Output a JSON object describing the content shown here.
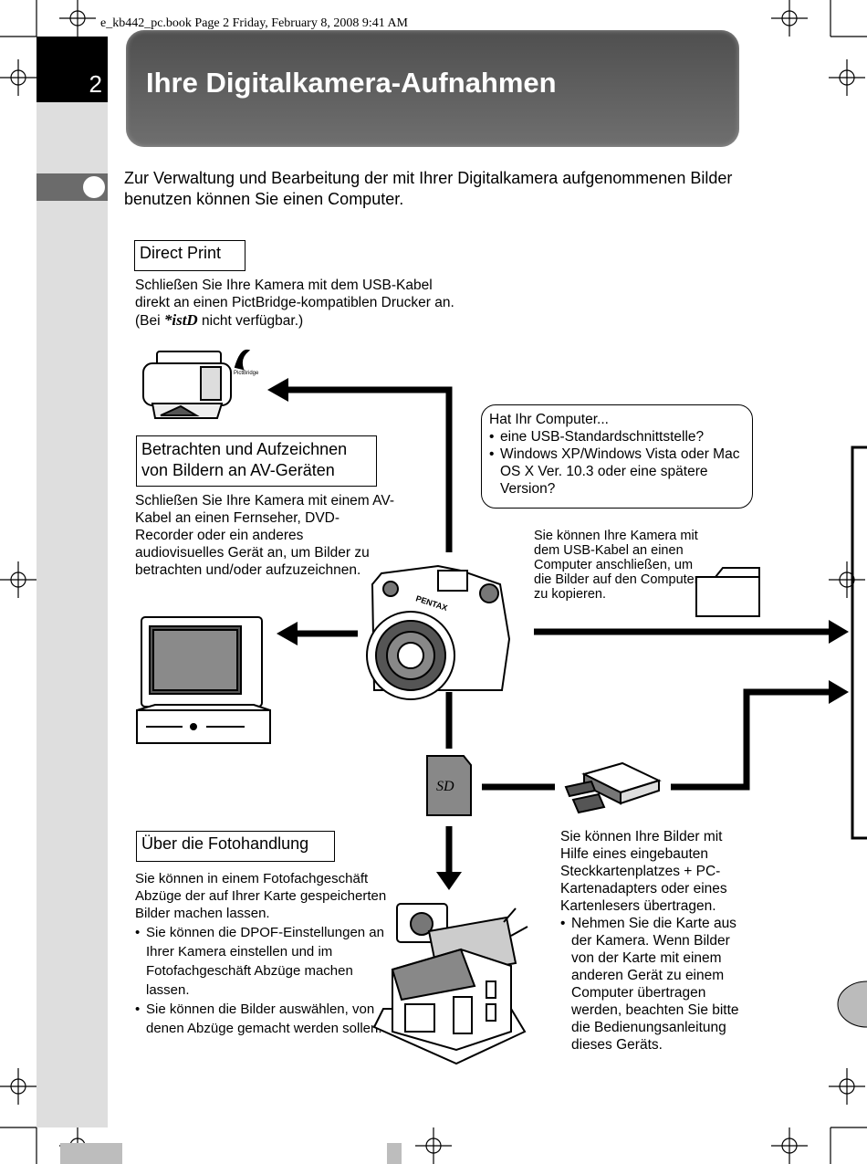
{
  "header_line": "e_kb442_pc.book  Page 2  Friday, February 8, 2008  9:41 AM",
  "page_number": "2",
  "title": "Ihre Digitalkamera-Aufnahmen",
  "intro": "Zur Verwaltung und Bearbeitung der mit Ihrer Digitalkamera aufgenommenen Bilder benutzen können Sie einen Computer.",
  "direct_print": {
    "heading": "Direct Print",
    "text_before": "Schließen Sie Ihre Kamera mit dem USB-Kabel direkt an einen PictBridge-kompatiblen Drucker an. (Bei ",
    "logo": "*istD",
    "text_after": " nicht verfügbar.)",
    "pictbridge_label": "PictBridge"
  },
  "av": {
    "heading_line1": "Betrachten und Aufzeichnen",
    "heading_line2": "von Bildern an AV-Geräten",
    "text": "Schließen Sie Ihre Kamera mit einem AV-Kabel an einen Fernseher, DVD-Recorder oder ein anderes audiovisuelles Gerät an, um Bilder zu betrachten und/oder aufzuzeichnen."
  },
  "requirements": {
    "title": "Hat Ihr Computer...",
    "items": [
      "eine USB-Standardschnittstelle?",
      "Windows XP/Windows Vista oder Mac OS X Ver. 10.3 oder eine spätere Version?"
    ]
  },
  "usb_text": "Sie können Ihre Kamera mit dem USB-Kabel an einen Computer anschließen, um die Bilder auf den Computer zu kopieren.",
  "camera_brand": "PENTAX",
  "sd_label": "SD",
  "shop": {
    "heading": "Über die Fotohandlung",
    "text": "Sie können in einem Fotofachgeschäft Abzüge der auf Ihrer Karte gespeicherten Bilder machen lassen.",
    "items": [
      "Sie können die DPOF-Einstellungen an Ihrer Kamera einstellen und im Fotofachgeschäft Abzüge machen lassen.",
      "Sie können die Bilder auswählen, von denen Abzüge gemacht werden sollen."
    ]
  },
  "card": {
    "text": "Sie können Ihre Bilder mit Hilfe eines eingebauten Steckkartenplatzes + PC-Kartenadapters oder eines Kartenlesers übertragen.",
    "items": [
      "Nehmen Sie die Karte aus der Kamera. Wenn Bilder von der Karte mit einem anderen Gerät zu einem Computer übertragen werden, beachten Sie bitte die Bedienungsanleitung dieses Geräts."
    ]
  },
  "colors": {
    "sidebar": "#dedede",
    "title_bar": "#5a5a5a",
    "page_number_bg": "#000000"
  }
}
